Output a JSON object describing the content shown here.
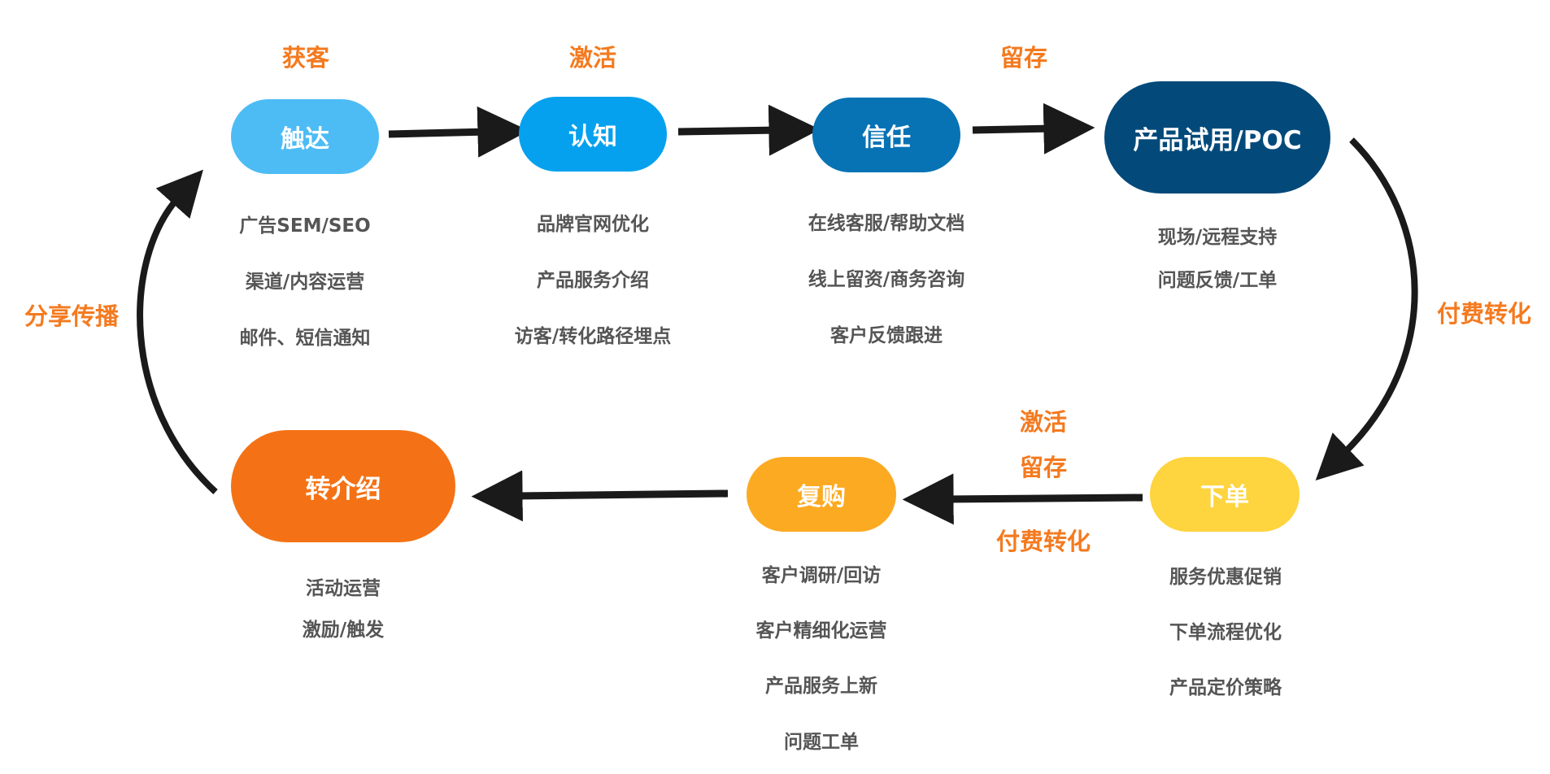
{
  "colors": {
    "accent": "#f47a1f",
    "text": "#555555",
    "arrow": "#1a1a1a",
    "touch": "#4dbcf5",
    "awareness": "#05a1ee",
    "trust": "#0773b4",
    "trial": "#034a7a",
    "order": "#fed43f",
    "repurchase": "#fcaa22",
    "referral": "#f47215"
  },
  "stage_labels": {
    "acquisition": "获客",
    "activation_top": "激活",
    "retention_top": "留存",
    "paid_conversion_right": "付费转化",
    "activation_bottom": "激活",
    "retention_bottom": "留存",
    "paid_conversion_bottom": "付费转化",
    "sharing": "分享传播"
  },
  "nodes": {
    "touch": {
      "label": "触达",
      "items": [
        "广告SEM/SEO",
        "渠道/内容运营",
        "邮件、短信通知"
      ]
    },
    "awareness": {
      "label": "认知",
      "items": [
        "品牌官网优化",
        "产品服务介绍",
        "访客/转化路径埋点"
      ]
    },
    "trust": {
      "label": "信任",
      "items": [
        "在线客服/帮助文档",
        "线上留资/商务咨询",
        "客户反馈跟进"
      ]
    },
    "trial": {
      "label": "产品试用/POC",
      "items": [
        "现场/远程支持",
        "问题反馈/工单"
      ]
    },
    "order": {
      "label": "下单",
      "items": [
        "服务优惠促销",
        "下单流程优化",
        "产品定价策略"
      ]
    },
    "repurchase": {
      "label": "复购",
      "items": [
        "客户调研/回访",
        "客户精细化运营",
        "产品服务上新",
        "问题工单"
      ]
    },
    "referral": {
      "label": "转介绍",
      "items": [
        "活动运营",
        "激励/触发"
      ]
    }
  }
}
